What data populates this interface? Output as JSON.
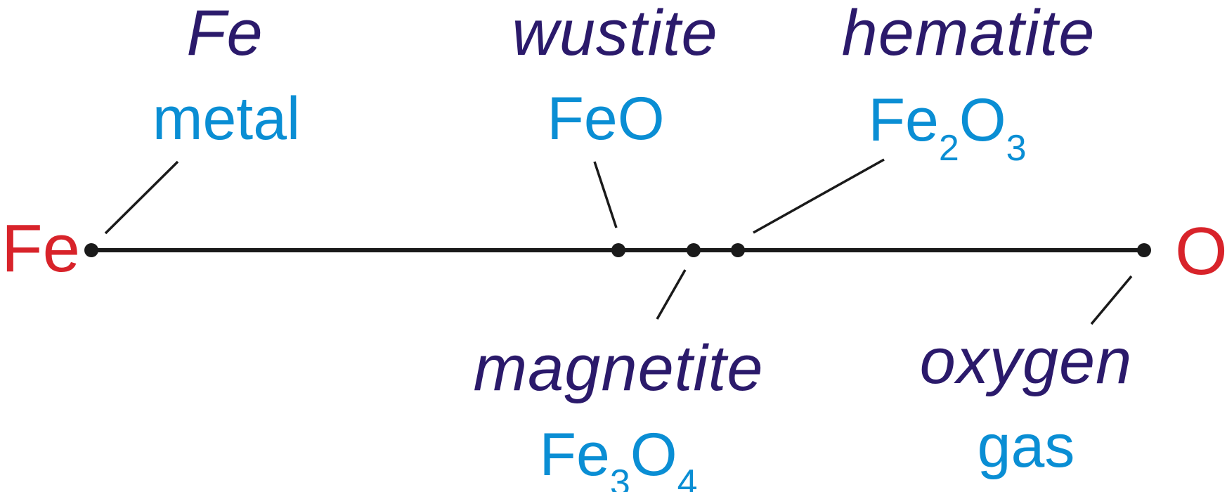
{
  "colors": {
    "mineral_name": "#2b1a6b",
    "formula": "#0a8ed4",
    "endpoint": "#d8232a",
    "line": "#1a1a1a"
  },
  "axis": {
    "left_end_label": "Fe",
    "right_end_label": "O"
  },
  "phases": [
    {
      "name": "Fe",
      "formula_parts": [
        {
          "text": "metal"
        }
      ]
    },
    {
      "name": "wustite",
      "formula_parts": [
        {
          "text": "FeO"
        }
      ]
    },
    {
      "name": "magnetite",
      "formula_parts": [
        {
          "text": "Fe"
        },
        {
          "text": "3",
          "sub": true
        },
        {
          "text": "O"
        },
        {
          "text": "4",
          "sub": true
        }
      ]
    },
    {
      "name": "hematite",
      "formula_parts": [
        {
          "text": "Fe"
        },
        {
          "text": "2",
          "sub": true
        },
        {
          "text": "O"
        },
        {
          "text": "3",
          "sub": true
        }
      ]
    },
    {
      "name": "oxygen",
      "formula_parts": [
        {
          "text": "gas"
        }
      ]
    }
  ]
}
